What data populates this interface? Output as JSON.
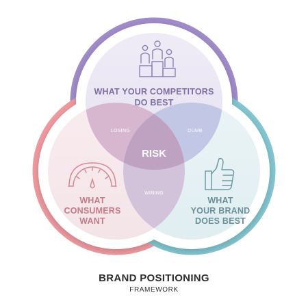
{
  "diagram": {
    "center_label": "RISK",
    "circles": {
      "competitors": {
        "title_line1": "WHAT YOUR COMPETITORS",
        "title_line2": "DO BEST",
        "color": "#7d6fa6",
        "ring_color": "#a08cc8",
        "icon": "podium-people-icon"
      },
      "consumers": {
        "title_line1": "WHAT",
        "title_line2": "CONSUMERS",
        "title_line3": "WANT",
        "color": "#c57c86",
        "ring_color": "#ef9aa0",
        "icon": "gauge-meter-icon"
      },
      "brand": {
        "title_line1": "WHAT",
        "title_line2": "YOUR BRAND",
        "title_line3": "DOES BEST",
        "color": "#6c8f99",
        "ring_color": "#83c6d1",
        "icon": "thumbs-up-icon"
      }
    },
    "overlaps": {
      "competitors_consumers": "LOSING",
      "competitors_brand": "DUMB",
      "consumers_brand": "WINING"
    }
  },
  "caption": {
    "title": "BRAND POSITIONING",
    "subtitle": "FRAMEWORK"
  }
}
